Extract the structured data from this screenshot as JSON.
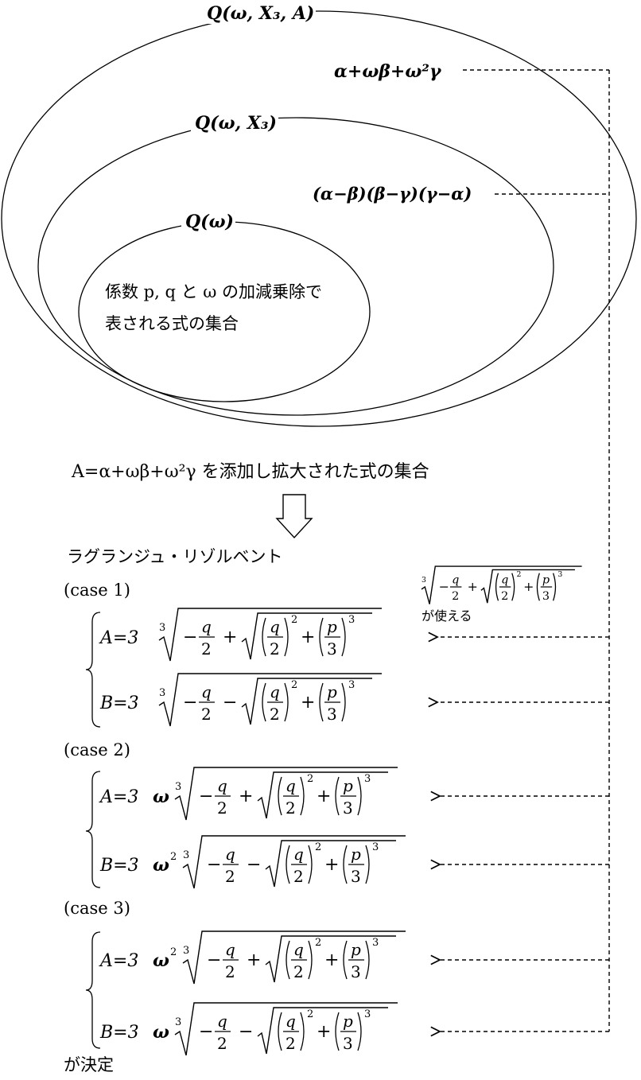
{
  "sets": {
    "outer_label": "Q(ω, X₃, A)",
    "middle_label": "Q(ω, X₃)",
    "inner_label": "Q(ω)",
    "inner_desc_line1": "係数 p, q と ω の加減乗除で",
    "inner_desc_line2": "表される式の集合"
  },
  "elements": {
    "resolvent_expr": "α+ωβ+ω²γ",
    "discriminant_expr": "(α−β)(β−γ)(γ−α)"
  },
  "caption": "A=α+ωβ+ω²γ を添加し拡大された式の集合",
  "lagrange_title": "ラグランジュ・リゾルベント",
  "note": {
    "radical": "∛(−q/2+√((q/2)²+(p/3)³))",
    "text": "が使える"
  },
  "cases": [
    {
      "label": "(case 1)",
      "A": {
        "lhs": "A=3",
        "factor": "",
        "exp": "",
        "sign": "+"
      },
      "B": {
        "lhs": "B=3",
        "factor": "",
        "exp": "",
        "sign": "−"
      }
    },
    {
      "label": "(case 2)",
      "A": {
        "lhs": "A=3",
        "factor": "ω",
        "exp": "",
        "sign": "+"
      },
      "B": {
        "lhs": "B=3",
        "factor": "ω",
        "exp": "2",
        "sign": "−"
      }
    },
    {
      "label": "(case 3)",
      "A": {
        "lhs": "A=3",
        "factor": "ω",
        "exp": "2",
        "sign": "+"
      },
      "B": {
        "lhs": "B=3",
        "factor": "ω",
        "exp": "",
        "sign": "−"
      }
    }
  ],
  "conclusion": "が決定",
  "radical_parts": {
    "minus": "−",
    "q": "q",
    "p": "p",
    "two": "2",
    "three": "3",
    "cube_index": "3",
    "square": "2",
    "cube": "3",
    "plus": "+"
  }
}
